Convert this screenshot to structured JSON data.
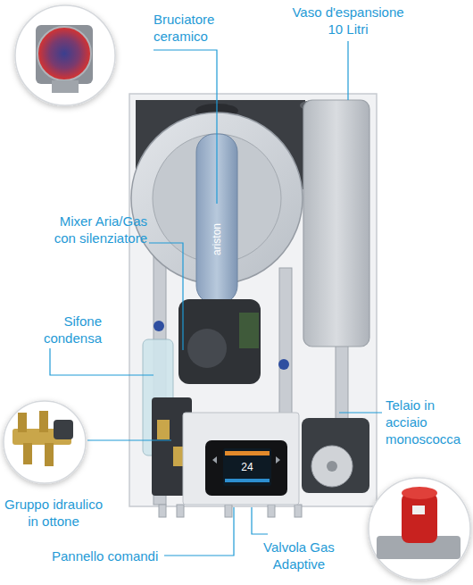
{
  "diagram": {
    "labels": [
      "Bruciatore ceramico",
      "Vaso d'espansione 10 Litri",
      "ariston",
      "Mixer Aria/Gas con silenziatore",
      "Sifone condensa",
      "Telaio in acciaio monoscocca",
      "24",
      "Gruppo idraulico in ottone",
      "Pannello comandi",
      "Valvola Gas Adaptive"
    ]
  }
}
